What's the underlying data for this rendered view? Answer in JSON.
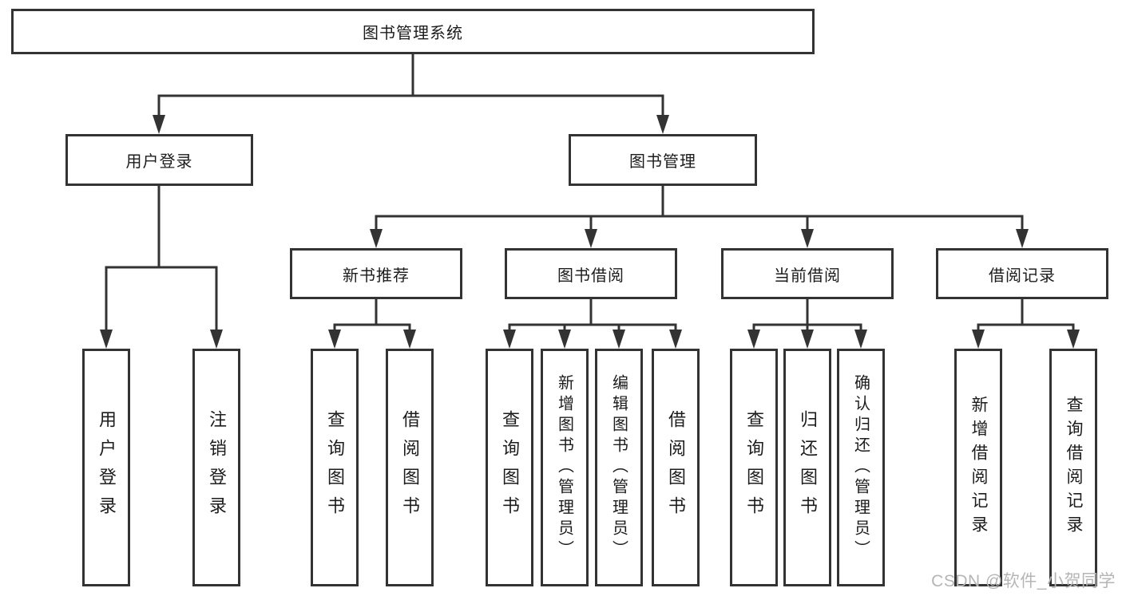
{
  "diagram": {
    "title_box": "图书管理系统",
    "level2": {
      "user_login": "用户登录",
      "book_management": "图书管理"
    },
    "level3": {
      "new_book_recommend": "新书推荐",
      "book_borrowing": "图书借阅",
      "current_borrowing": "当前借阅",
      "borrowing_records": "借阅记录"
    },
    "leaves": {
      "user_login_group": [
        "用户登录",
        "注销登录"
      ],
      "new_book_group": [
        "查询图书",
        "借阅图书"
      ],
      "book_borrowing_group": [
        "查询图书",
        "新增图书（管理员）",
        "编辑图书（管理员）",
        "借阅图书"
      ],
      "current_borrowing_group": [
        "查询图书",
        "归还图书",
        "确认归还（管理员）"
      ],
      "borrowing_records_group": [
        "新增借阅记录",
        "查询借阅记录"
      ]
    }
  },
  "watermark": "CSDN @软件_小贺同学",
  "colors": {
    "line": "#333333",
    "text": "#1c1c1c",
    "watermark": "#b5b5b5",
    "background": "#ffffff"
  }
}
